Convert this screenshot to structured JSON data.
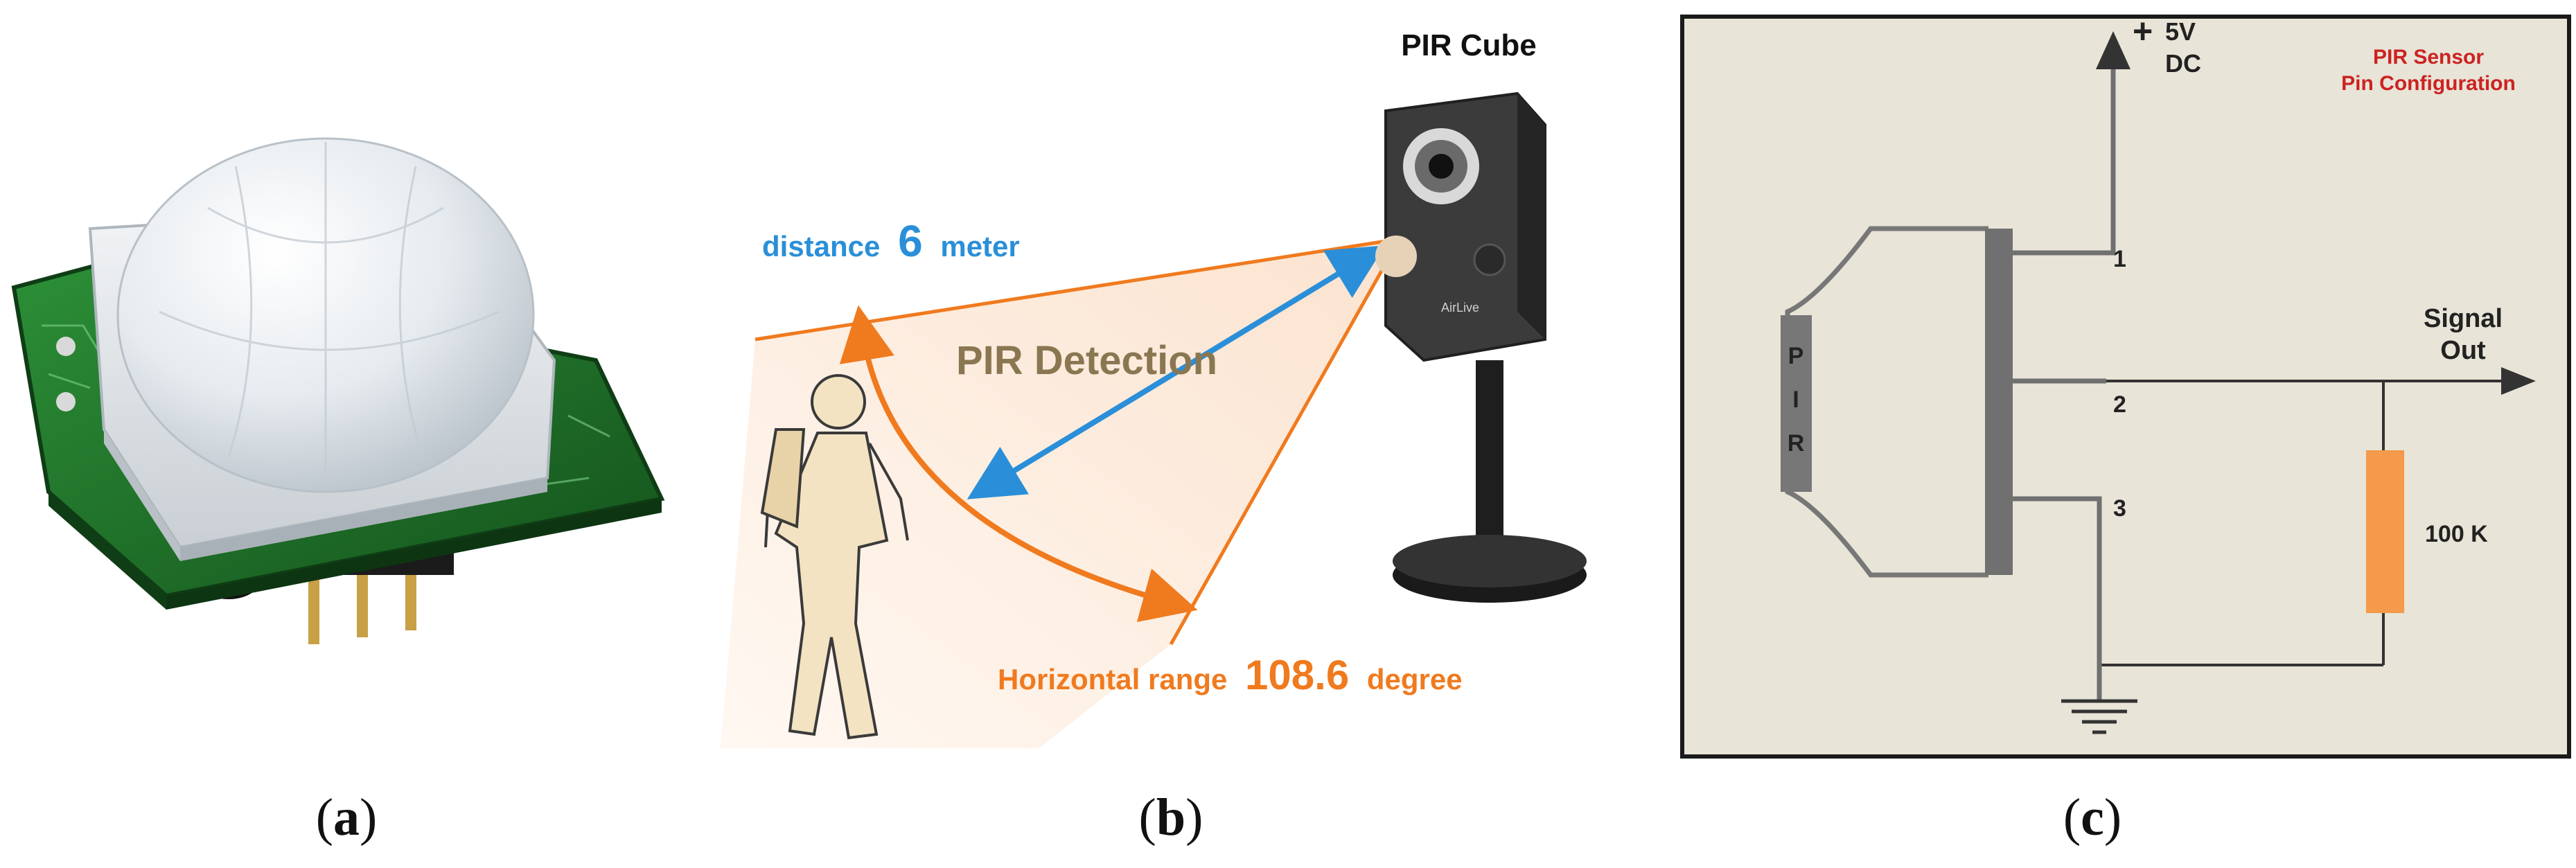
{
  "panel_a": {
    "caption_open": "(",
    "caption_letter": "a",
    "caption_close": ")"
  },
  "panel_b": {
    "device_title": "PIR Cube",
    "distance_prefix": "distance",
    "distance_value": "6",
    "distance_unit": "meter",
    "detection_label": "PIR Detection",
    "range_prefix": "Horizontal range",
    "range_value": "108.6",
    "range_unit": "degree",
    "camera_brand_text": "AirLive",
    "caption_open": "(",
    "caption_letter": "b",
    "caption_close": ")"
  },
  "panel_c": {
    "supply_plus": "+",
    "supply_voltage": "5V",
    "supply_type": "DC",
    "title_line1": "PIR Sensor",
    "title_line2": "Pin Configuration",
    "sensor_letters": [
      "P",
      "I",
      "R"
    ],
    "pin1": "1",
    "pin2": "2",
    "pin3": "3",
    "signal_line1": "Signal",
    "signal_line2": "Out",
    "resistor_label": "100 K",
    "caption_open": "(",
    "caption_letter": "c",
    "caption_close": ")"
  },
  "colors": {
    "pcb_green": "#1f7a2a",
    "dome_white": "#e9eef2",
    "blue_arrow": "#2a8fd8",
    "orange_accent": "#f07a1e",
    "detection_text": "#8a7752",
    "diagram_bg": "#e8e4d7",
    "resistor_orange": "#f49a4a",
    "title_red": "#cc2222",
    "wire_gray": "#707070"
  }
}
